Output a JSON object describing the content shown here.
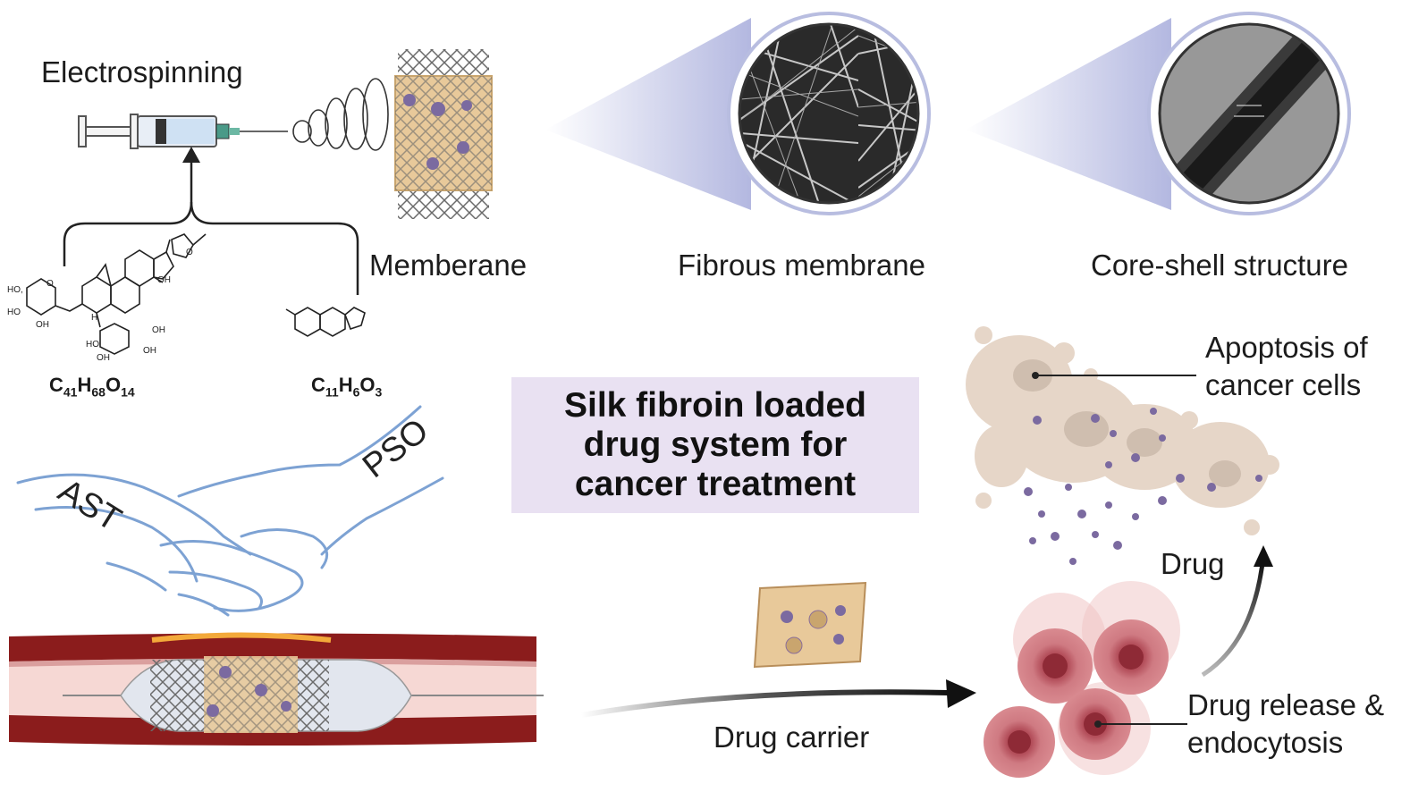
{
  "labels": {
    "electrospinning": "Electrospinning",
    "memberane": "Memberane",
    "fibrous_membrane": "Fibrous membrane",
    "core_shell": "Core-shell structure",
    "apoptosis_line1": "Apoptosis of",
    "apoptosis_line2": "cancer cells",
    "drug": "Drug",
    "drug_carrier": "Drug carrier",
    "release_line1": "Drug release &",
    "release_line2": "endocytosis",
    "ast": "AST",
    "pso": "PSO"
  },
  "formulas": {
    "ast": {
      "parts": [
        "C",
        "41",
        "H",
        "68",
        "O",
        "14"
      ]
    },
    "pso": {
      "parts": [
        "C",
        "11",
        "H",
        "6",
        "O",
        "3"
      ]
    }
  },
  "molecule_labels": {
    "ho1": "HO,",
    "ho2": "HO",
    "oh1": "OH",
    "oh2": "OH",
    "oh3": "OH",
    "oh4": "OH",
    "oh5": "OH",
    "ho3": "HO",
    "h": "H",
    "o1": "O",
    "o2": "O"
  },
  "title": {
    "line1": "Silk fibroin loaded",
    "line2": "drug system for",
    "line3": "cancer treatment"
  },
  "colors": {
    "title_bg": "#e9e1f2",
    "membrane": "#e8c99a",
    "drug_particle": "#7b6aa0",
    "vessel_wall": "#8b1c1c",
    "vessel_lumen": "#f6d8d4",
    "cancer_cell": "#c56670",
    "hand_line": "#6f98cf",
    "magnify_cone": "#c7cbe6"
  }
}
